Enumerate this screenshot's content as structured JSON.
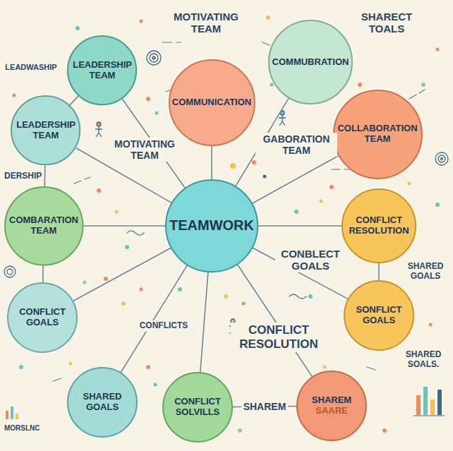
{
  "diagram": {
    "nodes": [
      {
        "text": [
          "LEADERSHIP TEAM"
        ]
      },
      {
        "text": [
          "COMMUNICATION"
        ]
      },
      {
        "text": [
          "COMMUBRATION"
        ]
      },
      {
        "text": [
          "LEADERSHIP TEAM"
        ]
      },
      {
        "text": [
          "COLLABORATION TEAM"
        ]
      },
      {
        "text": [
          "COMBARATION TEAM"
        ]
      },
      {
        "text": [
          "TEAMWORK"
        ]
      },
      {
        "text": [
          "CONFLICT RESOLUTION"
        ]
      },
      {
        "text": [
          "CONFLICT GOALS"
        ]
      },
      {
        "text": [
          "SONFLICT GOALS"
        ]
      },
      {
        "text": [
          "SHARED GOALS"
        ]
      },
      {
        "text": [
          "CONFLICT SOLVILLS"
        ]
      },
      {
        "text": [
          "SHAREM",
          "SAARE"
        ]
      }
    ],
    "edges": [
      {
        "from": 6,
        "to": 0,
        "arrow": "none"
      },
      {
        "from": 6,
        "to": 1,
        "arrow": "none"
      },
      {
        "from": 6,
        "to": 2,
        "arrow": "none"
      },
      {
        "from": 6,
        "to": 3,
        "arrow": "none"
      },
      {
        "from": 6,
        "to": 4,
        "arrow": "none"
      },
      {
        "from": 6,
        "to": 5,
        "arrow": "none"
      },
      {
        "from": 6,
        "to": 7,
        "arrow": "none"
      },
      {
        "from": 6,
        "to": 8,
        "arrow": "none"
      },
      {
        "from": 6,
        "to": 9,
        "arrow": "none"
      },
      {
        "from": 6,
        "to": 10,
        "arrow": "none"
      },
      {
        "from": 6,
        "to": 11,
        "arrow": "none"
      },
      {
        "from": 6,
        "to": 12,
        "arrow": "none"
      },
      {
        "from": 0,
        "to": 3,
        "arrow": "none"
      },
      {
        "from": 3,
        "to": 5,
        "arrow": "none"
      },
      {
        "from": 5,
        "to": 8,
        "arrow": "none"
      },
      {
        "from": 7,
        "to": 9,
        "arrow": "none"
      },
      {
        "from": 11,
        "to": 12,
        "label": "SHAREM",
        "arrow": "none"
      }
    ],
    "labels": [
      "LEADWASHIP",
      "MOTIVATING TEAM",
      "SHARECT TOALS",
      "DERSHIP",
      "MOTIVATING TEAM",
      "GABORATION TEAM",
      "CONBLECT GOALS",
      "SHARED GOALS",
      "CONFLICTS",
      "CONFLICT RESOLUTION",
      "SHARED SOALS.",
      "MORSLNC"
    ]
  }
}
